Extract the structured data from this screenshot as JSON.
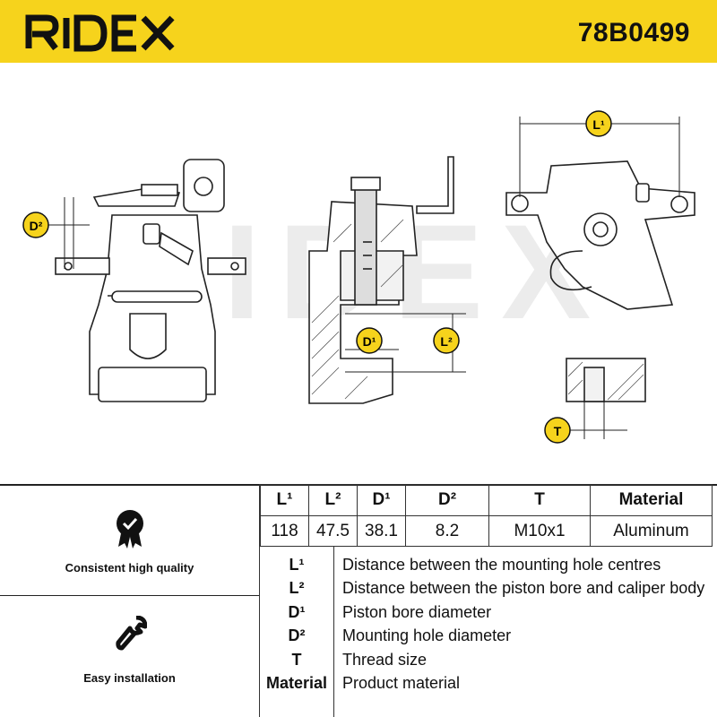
{
  "brand": "RIDEX",
  "part_number": "78B0499",
  "watermark": "RIDEX",
  "drawing": {
    "labels": {
      "L1": "L¹",
      "L2": "L²",
      "D1": "D¹",
      "D2": "D²",
      "T": "T"
    }
  },
  "spec_table": {
    "headers": [
      "L¹",
      "L²",
      "D¹",
      "D²",
      "T",
      "Material"
    ],
    "values": [
      "118",
      "47.5",
      "38.1",
      "8.2",
      "M10x1",
      "Aluminum"
    ]
  },
  "features": [
    {
      "label": "Consistent high quality",
      "icon": "quality-badge-icon"
    },
    {
      "label": "Easy installation",
      "icon": "wrench-icon"
    }
  ],
  "definitions": [
    {
      "key": "L¹",
      "text": "Distance between the mounting hole centres"
    },
    {
      "key": "L²",
      "text": "Distance between the piston bore and caliper body"
    },
    {
      "key": "D¹",
      "text": "Piston bore diameter"
    },
    {
      "key": "D²",
      "text": "Mounting hole diameter"
    },
    {
      "key": "T",
      "text": "Thread size"
    },
    {
      "key": "Material",
      "text": "Product material"
    }
  ]
}
